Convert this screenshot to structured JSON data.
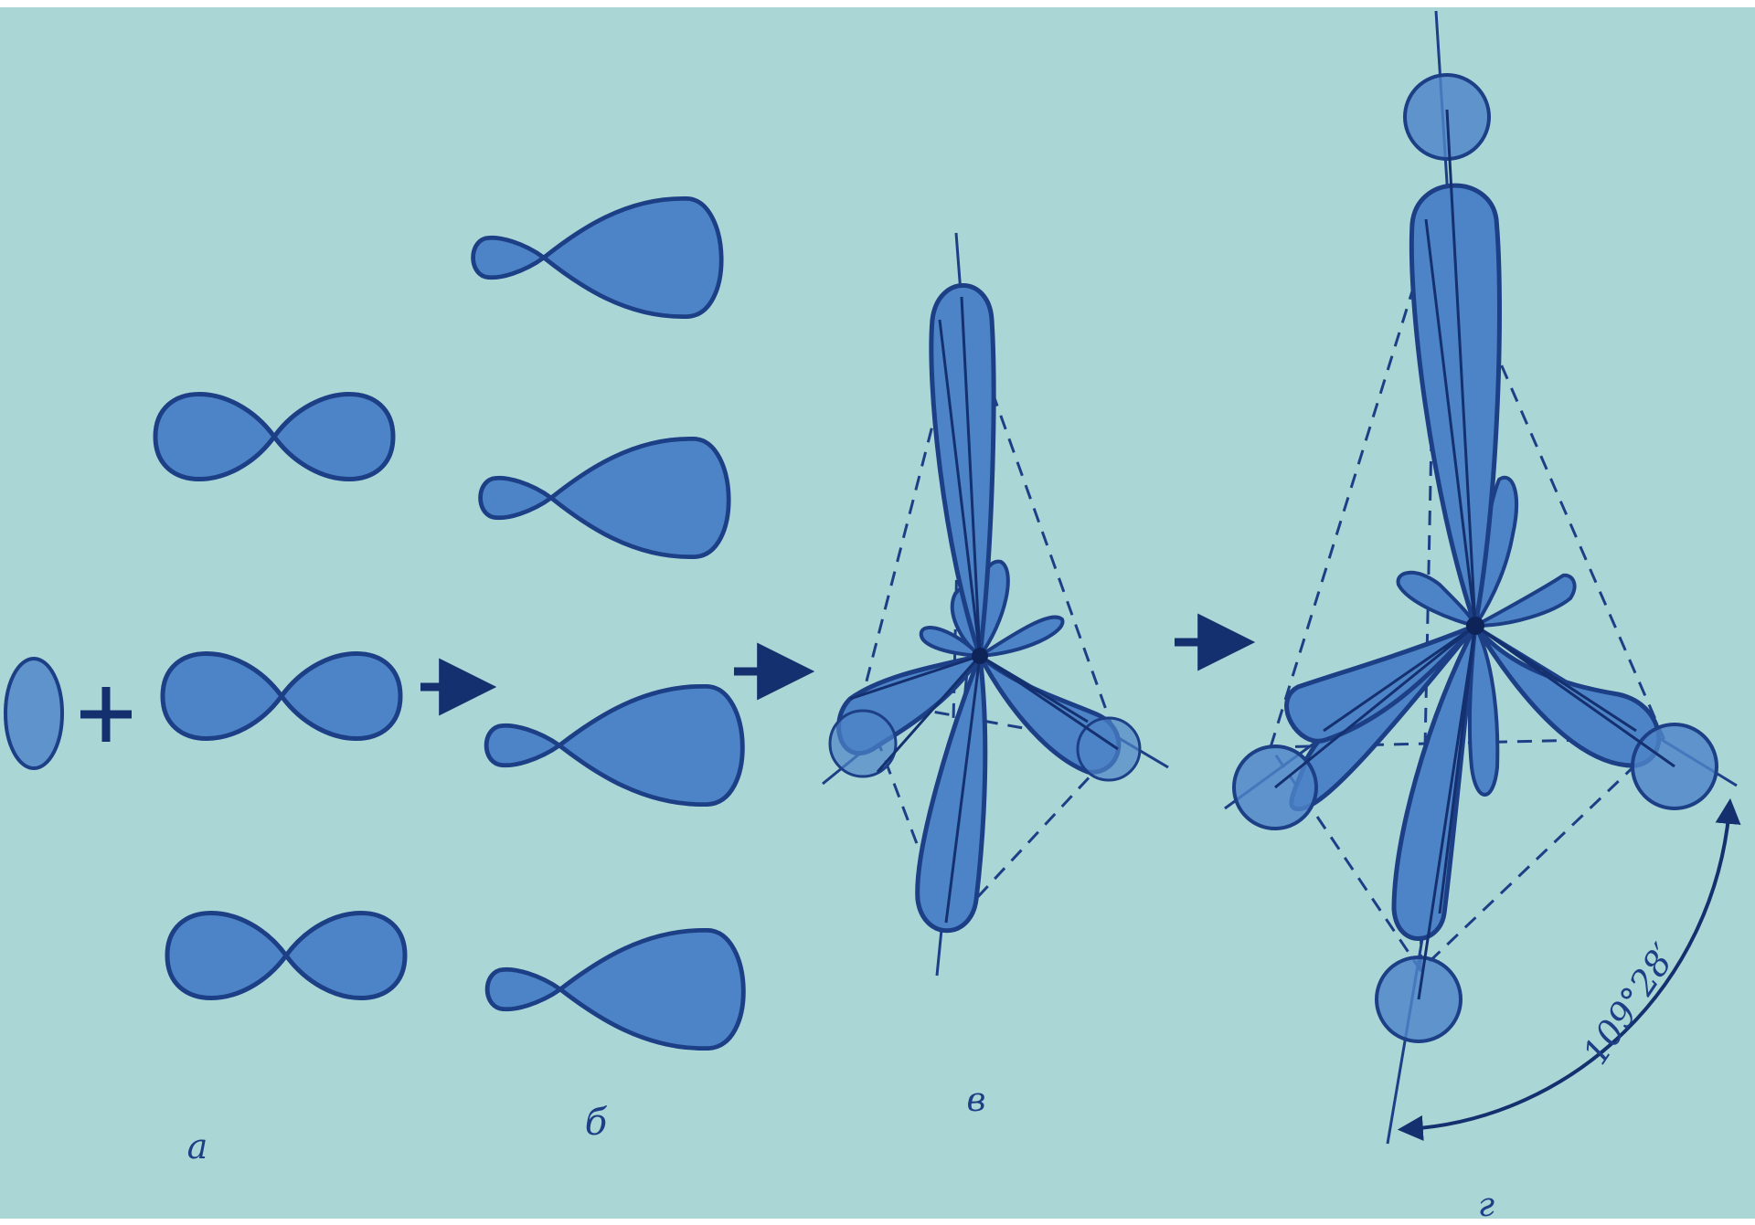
{
  "labels": {
    "a": "а",
    "b": "б",
    "v": "в",
    "g": "г"
  },
  "angle_label": "109°28′",
  "colors": {
    "background": "#aad6d6",
    "lobe_fill": "#4d84c8",
    "lobe_stroke": "#1c3f86",
    "line": "#14306e"
  }
}
